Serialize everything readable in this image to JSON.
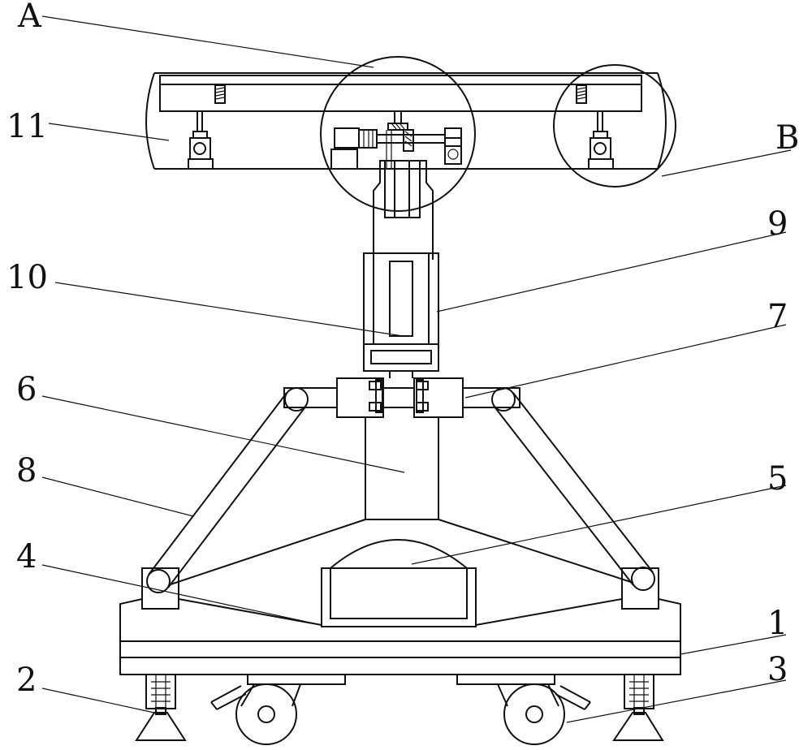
{
  "labels": {
    "A": "A",
    "B": "B",
    "l1": "1",
    "l2": "2",
    "l3": "3",
    "l4": "4",
    "l5": "5",
    "l6": "6",
    "l7": "7",
    "l8": "8",
    "l9": "9",
    "l10": "10",
    "l11": "11"
  }
}
